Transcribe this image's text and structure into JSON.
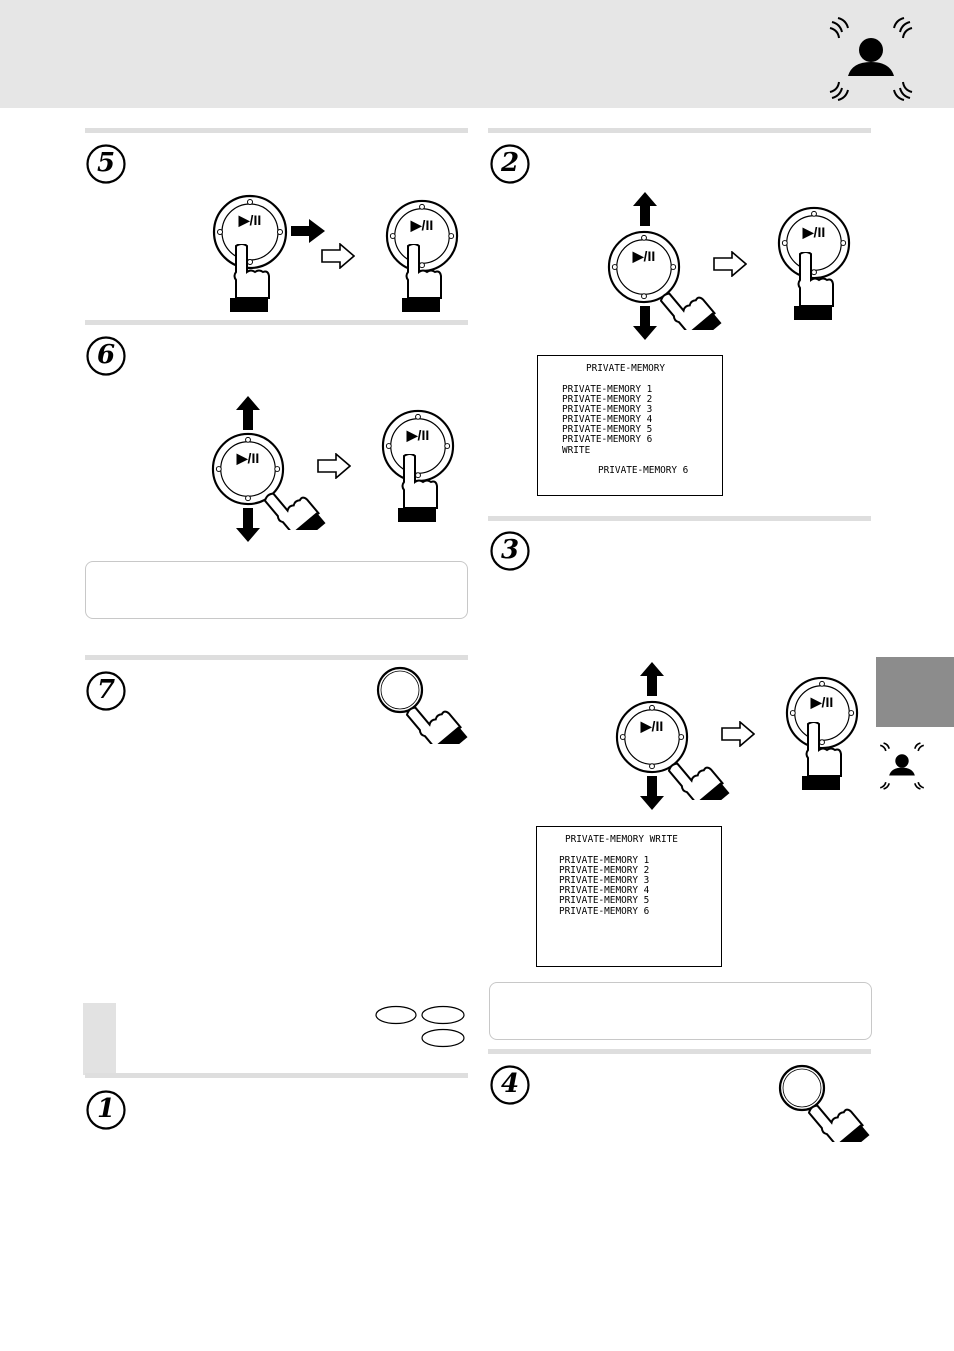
{
  "header": {
    "icon": "person-with-sound-waves-icon"
  },
  "steps": {
    "step1": {
      "number": "1"
    },
    "step2": {
      "number": "2"
    },
    "step3": {
      "number": "3"
    },
    "step4": {
      "number": "4"
    },
    "step5": {
      "number": "5"
    },
    "step6": {
      "number": "6"
    },
    "step7": {
      "number": "7"
    }
  },
  "button_symbol": "▶/II",
  "screen_private_memory": {
    "title": "PRIVATE-MEMORY",
    "items": [
      "PRIVATE-MEMORY 1",
      "PRIVATE-MEMORY 2",
      "PRIVATE-MEMORY 3",
      "PRIVATE-MEMORY 4",
      "PRIVATE-MEMORY 5",
      "PRIVATE-MEMORY 6",
      "WRITE"
    ],
    "selected": "PRIVATE-MEMORY 6"
  },
  "screen_private_memory_write": {
    "title": "PRIVATE-MEMORY WRITE",
    "items": [
      "PRIVATE-MEMORY 1",
      "PRIVATE-MEMORY 2",
      "PRIVATE-MEMORY 3",
      "PRIVATE-MEMORY 4",
      "PRIVATE-MEMORY 5",
      "PRIVATE-MEMORY 6"
    ]
  },
  "colors": {
    "header_band": "#e6e6e6",
    "rule": "#dedede",
    "side_tab": "#8c8c8c",
    "ink": "#000000"
  }
}
